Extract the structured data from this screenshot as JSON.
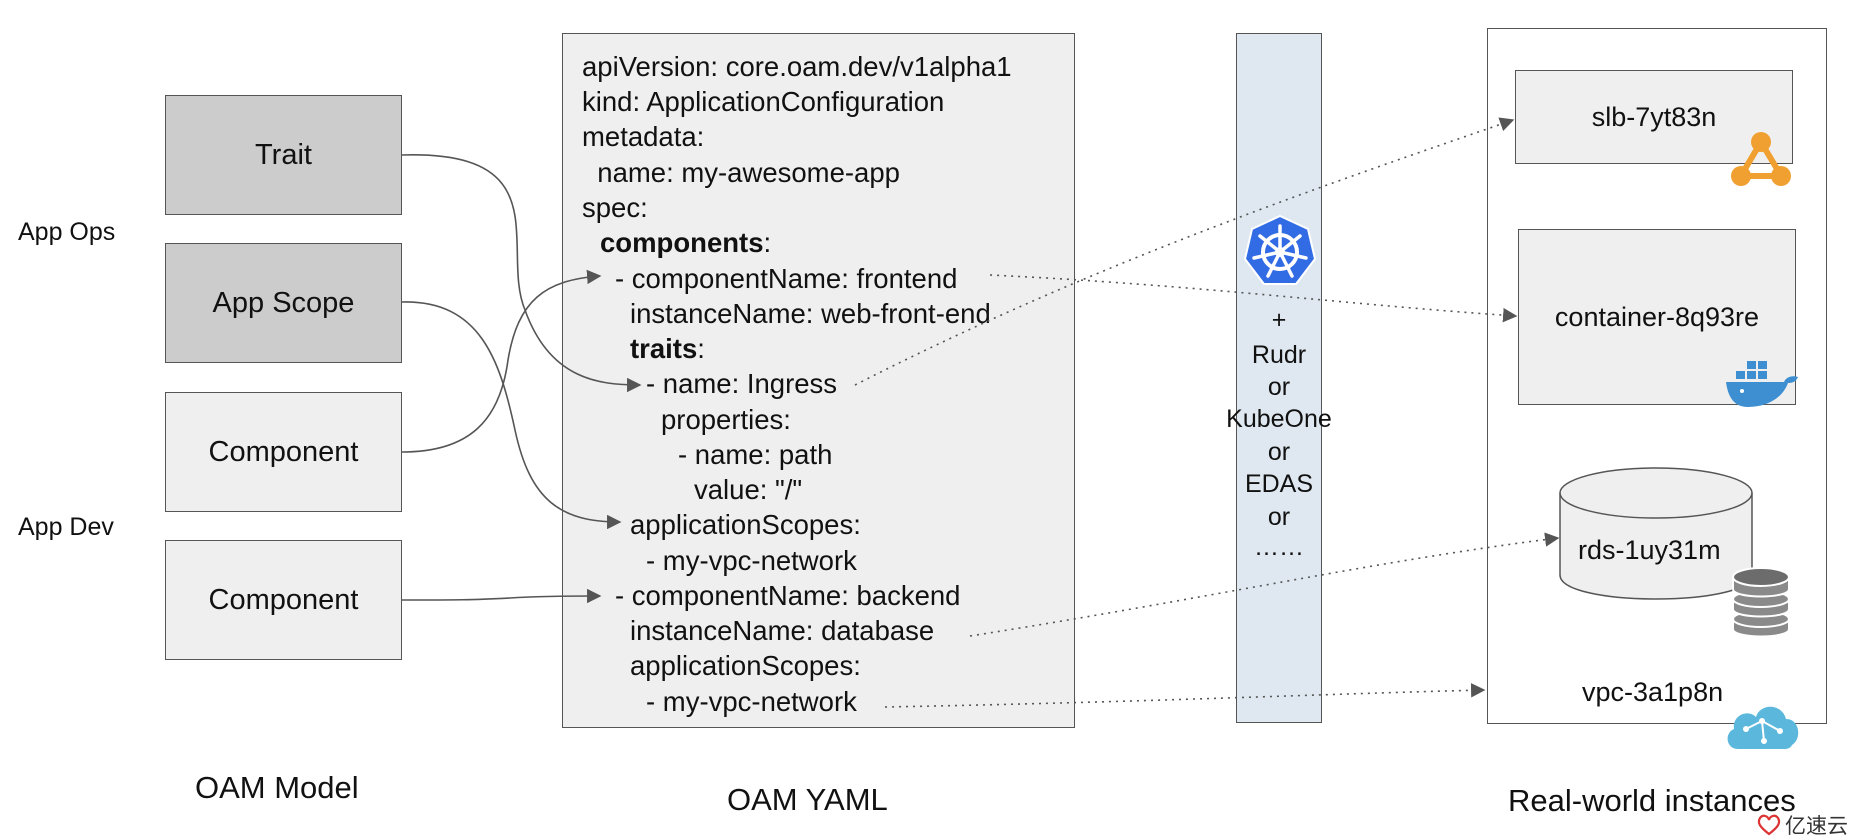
{
  "model": {
    "title": "OAM Model",
    "app_ops_label": "App Ops",
    "app_dev_label": "App Dev",
    "boxes": [
      "Trait",
      "App Scope",
      "Component",
      "Component"
    ]
  },
  "yaml": {
    "title": "OAM YAML",
    "lines": [
      "apiVersion: core.oam.dev/v1alpha1",
      "kind: ApplicationConfiguration",
      "metadata:",
      "  name: my-awesome-app",
      "spec:",
      "components",
      "- componentName: frontend",
      "instanceName: web-front-end",
      "traits",
      "- name: Ingress",
      "properties:",
      "- name: path",
      "value: \"/\"",
      "applicationScopes:",
      "- my-vpc-network",
      "- componentName: backend",
      "instanceName: database",
      "applicationScopes:",
      "- my-vpc-network"
    ],
    "colon": ":"
  },
  "runtime": {
    "lines": [
      "+",
      "Rudr",
      "or",
      "KubeOne",
      "or",
      "EDAS",
      "or",
      "……"
    ],
    "icon": "kubernetes-icon"
  },
  "instances": {
    "title": "Real-world instances",
    "slb": "slb-7yt83n",
    "container": "container-8q93re",
    "rds": "rds-1uy31m",
    "vpc": "vpc-3a1p8n"
  },
  "watermark": {
    "text": "亿速云"
  },
  "colors": {
    "kubernetes_blue": "#326ce5",
    "slb_orange": "#f0a030",
    "docker_blue": "#3d8fd1",
    "cloud_blue": "#5bb8dc",
    "runtime_bg": "#dfe8f0"
  }
}
